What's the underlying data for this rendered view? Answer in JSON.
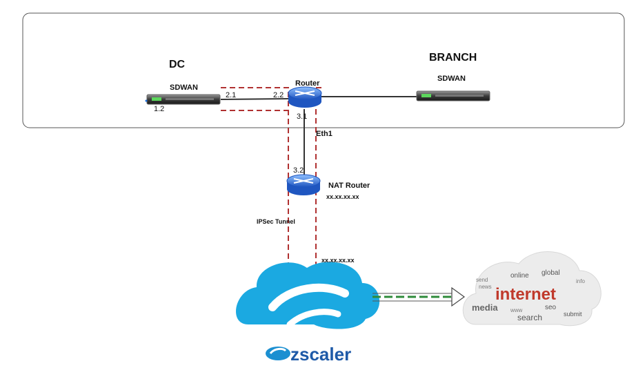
{
  "sites": {
    "dc": "DC",
    "branch": "BRANCH"
  },
  "devices": {
    "dc_sdwan": "SDWAN",
    "branch_sdwan": "SDWAN",
    "router": "Router",
    "nat_router": "NAT Router"
  },
  "interfaces": {
    "dc_1_2": "1.2",
    "dc_2_1": "2.1",
    "router_2_2": "2.2",
    "router_3_1": "3.1",
    "eth1": "Eth1",
    "nat_3_2": "3.2"
  },
  "addresses": {
    "nat_public": "xx.xx.xx.xx",
    "zscaler_public": "xx.xx.xx.xx"
  },
  "tunnel": {
    "label": "IPSec Tunnel"
  },
  "cloud": {
    "brand": "zscaler",
    "internet_label": "internet",
    "internet_words": [
      "online",
      "global",
      "media",
      "search",
      "seo",
      "submit",
      "info",
      "send",
      "news",
      "www"
    ]
  },
  "colors": {
    "tunnel": "#b03030",
    "arrow": "#2e8b3a",
    "zscaler": "#1ba9e1",
    "zscaler_text": "#1e5aa8",
    "internet": "#c0392b",
    "router": "#2f6fd6"
  }
}
